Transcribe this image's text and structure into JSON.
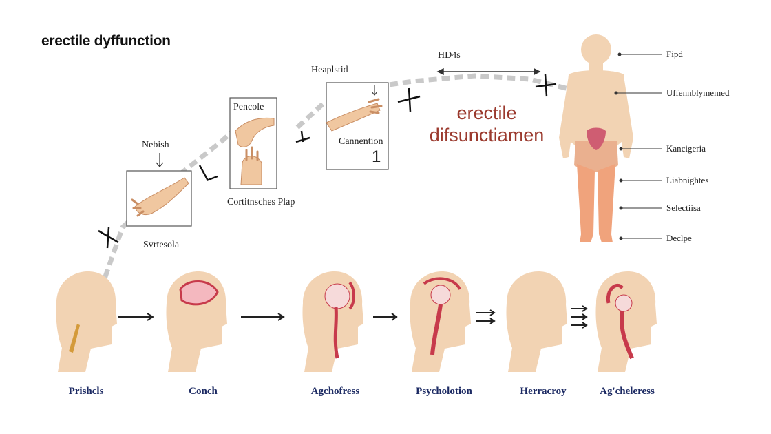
{
  "title": "erectile dyffunction",
  "pathway": {
    "label_top": "HD4s",
    "label_above_box3": "Heaplstid",
    "box1": {
      "above": "Nebish",
      "below": "Svrtesola"
    },
    "box2": {
      "inside": "Pencole",
      "below": "Cortitnsches Plap"
    },
    "box3": {
      "inside": "Cannention",
      "number": "1"
    }
  },
  "center_text": {
    "line1": "erectile",
    "line2": "difsunctiamen"
  },
  "body_labels": [
    "Fipd",
    "Uffennblymemed",
    "Kancigeria",
    "Liabnightes",
    "Selectiisa",
    "Declpe"
  ],
  "stages": [
    "Prishcls",
    "Conch",
    "Agchofress",
    "Psycholotion",
    "Herracroy",
    "Ag'cheleress"
  ],
  "colors": {
    "skin": "#f2d3b3",
    "skin_shade": "#e9c09a",
    "brain_red": "#c73a4b",
    "label_navy": "#1c2a63",
    "accent_red": "#9b3a2e",
    "dash_gray": "#c9c9c9"
  }
}
